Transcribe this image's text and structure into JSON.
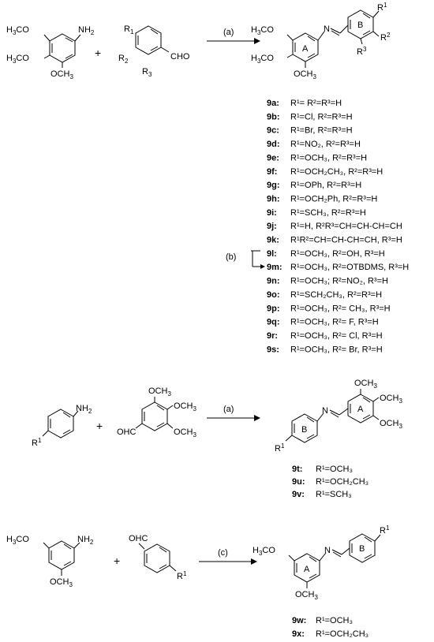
{
  "reagents": {
    "a": "(a)",
    "b": "(b)",
    "c": "(c)"
  },
  "ring_labels": {
    "A": "A",
    "B": "B"
  },
  "scheme1": {
    "reactant1": {
      "nh2": "NH",
      "h3co_top": "H",
      "h3co_mid": "H",
      "och3": "OCH"
    },
    "reactant2": {
      "r1": "R",
      "r2": "R",
      "r3": "R",
      "cho": "CHO"
    },
    "product": {
      "h3co_top": "H",
      "h3co_mid": "H",
      "och3": "OCH",
      "r1": "R",
      "r2": "R",
      "r3": "R"
    },
    "compounds": [
      {
        "id": "9a:",
        "desc": "R¹= R²=R³=H"
      },
      {
        "id": "9b:",
        "desc": "R¹=Cl, R²=R³=H"
      },
      {
        "id": "9c:",
        "desc": "R¹=Br, R²=R³=H"
      },
      {
        "id": "9d:",
        "desc": "R¹=NO₂, R²=R³=H"
      },
      {
        "id": "9e:",
        "desc": "R¹=OCH₃, R²=R³=H"
      },
      {
        "id": "9f:",
        "desc": "R¹=OCH₂CH₃, R²=R³=H"
      },
      {
        "id": "9g:",
        "desc": "R¹=OPh, R²=R³=H"
      },
      {
        "id": "9h:",
        "desc": "R¹=OCH₂Ph, R²=R³=H"
      },
      {
        "id": "9i:",
        "desc": "R¹=SCH₃, R²=R³=H"
      },
      {
        "id": "9j:",
        "desc": "R¹=H, R²R³=CH=CH-CH=CH"
      },
      {
        "id": "9k:",
        "desc": "R¹R²=CH=CH-CH=CH, R³=H"
      },
      {
        "id": "9l:",
        "desc": "R¹=OCH₃, R²=OH, R³=H"
      },
      {
        "id": "9m:",
        "desc": "R¹=OCH₃, R²=OTBDMS, R³=H"
      },
      {
        "id": "9n:",
        "desc": "R¹=OCH₃; R²=NO₂, R³=H"
      },
      {
        "id": "9o:",
        "desc": "R¹=SCH₂CH₃, R²=R³=H"
      },
      {
        "id": "9p:",
        "desc": "R¹=OCH₃, R²= CH₃, R³=H"
      },
      {
        "id": "9q:",
        "desc": "R¹=OCH₃, R²= F, R³=H"
      },
      {
        "id": "9r:",
        "desc": "R¹=OCH₃, R²= Cl, R³=H"
      },
      {
        "id": "9s:",
        "desc": "R¹=OCH₃, R²= Br, R³=H"
      }
    ]
  },
  "scheme2": {
    "reactant1": {
      "nh2": "NH",
      "r1": "R"
    },
    "reactant2": {
      "och3_top": "OCH",
      "och3_right": "OCH",
      "och3_bottom": "OCH",
      "ohc": "OHC"
    },
    "product": {
      "och3_top": "OCH",
      "och3_right": "OCH",
      "och3_bottom": "OCH",
      "r1": "R"
    },
    "compounds": [
      {
        "id": "9t:",
        "desc": "R¹=OCH₃"
      },
      {
        "id": "9u:",
        "desc": "R¹=OCH₂CH₃"
      },
      {
        "id": "9v:",
        "desc": "R¹=SCH₃"
      }
    ]
  },
  "scheme3": {
    "reactant1": {
      "h3co": "H",
      "nh2": "NH",
      "och3": "OCH"
    },
    "reactant2": {
      "ohc": "OHC",
      "r1": "R"
    },
    "product": {
      "h3co": "H",
      "och3": "OCH",
      "r1": "R"
    },
    "compounds": [
      {
        "id": "9w:",
        "desc": "R¹=OCH₃"
      },
      {
        "id": "9x:",
        "desc": "R¹=OCH₂CH₃"
      }
    ]
  },
  "plus_sign": "+"
}
